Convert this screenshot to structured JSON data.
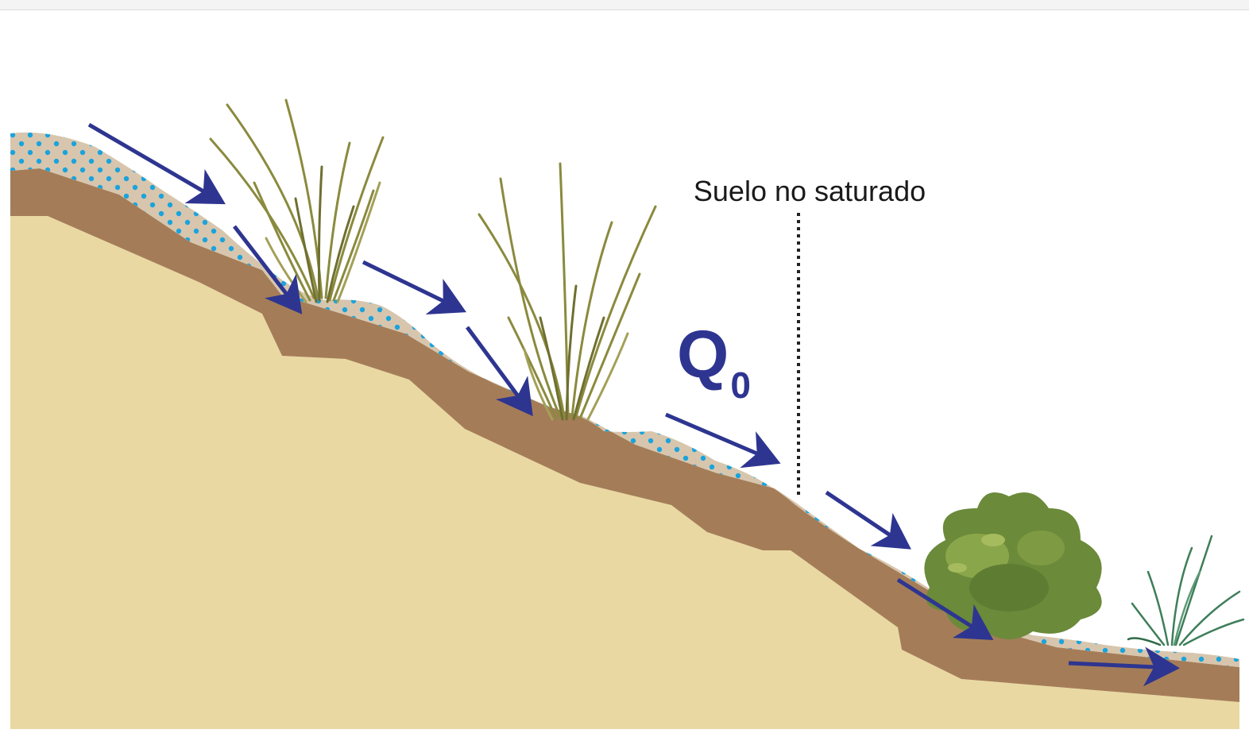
{
  "diagram": {
    "label_zone": "Suelo no saturado",
    "flow_symbol": "Q",
    "flow_subscript": "0",
    "colors": {
      "arrow": "#2e3590",
      "bedrock": "#ead8a2",
      "subsoil": "#a47d58",
      "wet_layer": "#d7c6ad",
      "water_dots": "#1aa3dd",
      "grass": "#8a8a3e",
      "bush": "#6b8a3a",
      "tuft": "#3e7e5a"
    },
    "icons": [
      "flow-arrow",
      "grass-tuft",
      "bush",
      "small-grass-tuft"
    ]
  }
}
